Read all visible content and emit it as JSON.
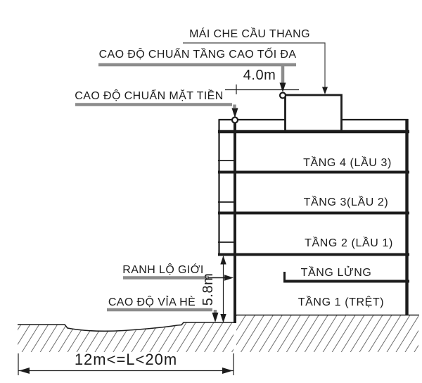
{
  "title": "Building height regulation section diagram",
  "colors": {
    "line": "#1c1c1c",
    "leader_gray": "#8c8c8c",
    "hatch_gray": "#6e6e6e"
  },
  "annotations": {
    "roof_canopy": {
      "label": "MÁI CHE CẦU THANG"
    },
    "max_height_datum": {
      "label": "CAO ĐỘ CHUẨN TẦNG CAO TỐI ĐA"
    },
    "facade_datum": {
      "label": "CAO ĐỘ CHUẨN MẶT TIỀN"
    },
    "road_boundary": {
      "label": "RANH LỘ GIỚI"
    },
    "sidewalk_datum": {
      "label": "CAO ĐỘ VỈA HÈ"
    }
  },
  "dimensions": {
    "stair_canopy_setback": "4.0m",
    "facade_height": "5.8m",
    "road_width_range": "12m<=L<20m"
  },
  "floors": [
    {
      "label": "TẦNG 4 (LẦU 3)"
    },
    {
      "label": "TẦNG 3(LẦU 2)"
    },
    {
      "label": "TẦNG 2 (LẦU 1)"
    },
    {
      "label": "TẦNG LỬNG"
    },
    {
      "label": "TẦNG 1 (TRỆT)"
    }
  ]
}
